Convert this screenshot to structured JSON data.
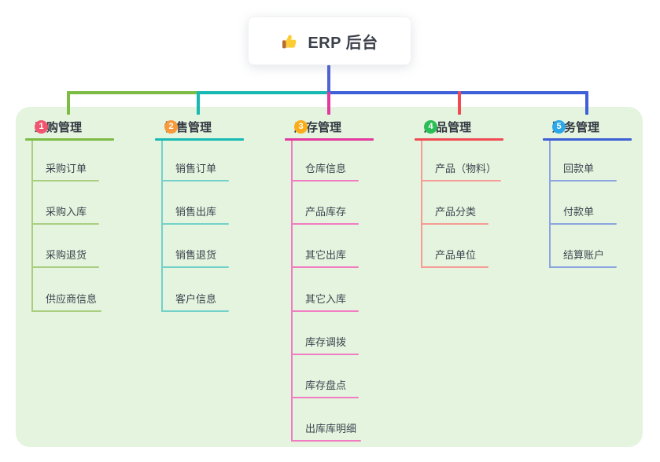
{
  "root": {
    "label": "ERP 后台",
    "icon": "thumbs-up-icon"
  },
  "connector": {
    "root_line_color": "#4e63d4"
  },
  "branches": [
    {
      "badge": "1",
      "title": "采购管理",
      "badge_color": "#f2566f",
      "line_color": "#7cbb44",
      "child_line_color": "#a9ce80",
      "children": [
        "采购订单",
        "采购入库",
        "采购退货",
        "供应商信息"
      ]
    },
    {
      "badge": "2",
      "title": "销售管理",
      "badge_color": "#f8993b",
      "line_color": "#17b9b2",
      "child_line_color": "#73d1c9",
      "children": [
        "销售订单",
        "销售出库",
        "销售退货",
        "客户信息"
      ]
    },
    {
      "badge": "3",
      "title": "库存管理",
      "badge_color": "#fbad19",
      "line_color": "#e23a9e",
      "child_line_color": "#f17cc1",
      "children": [
        "仓库信息",
        "产品库存",
        "其它出库",
        "其它入库",
        "库存调拨",
        "库存盘点",
        "出库库明细"
      ]
    },
    {
      "badge": "4",
      "title": "产品管理",
      "badge_color": "#2bbd56",
      "line_color": "#f04b52",
      "child_line_color": "#f79b96",
      "children": [
        "产品（物料）",
        "产品分类",
        "产品单位"
      ]
    },
    {
      "badge": "5",
      "title": "财务管理",
      "badge_color": "#2ca7e8",
      "line_color": "#3e5fd7",
      "child_line_color": "#8ca4e0",
      "children": [
        "回款单",
        "付款单",
        "结算账户"
      ]
    }
  ]
}
